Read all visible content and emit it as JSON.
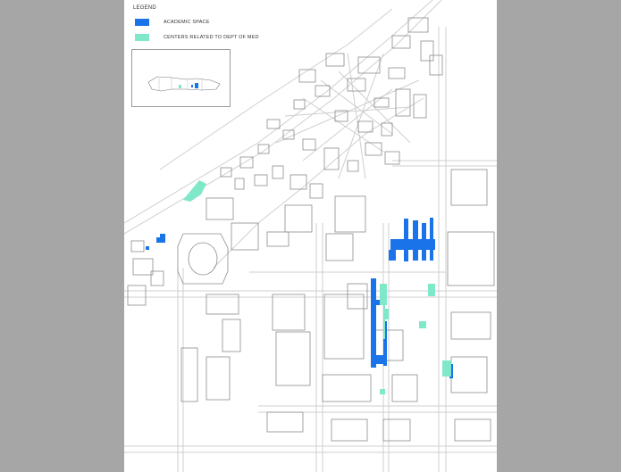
{
  "legend": {
    "title": "LEGEND",
    "items": [
      {
        "label": "ACADEMIC SPACE",
        "color": "#1a73e8"
      },
      {
        "label": "CENTERS RELATED TO DEPT OF MED",
        "color": "#7fe8c8"
      }
    ]
  },
  "colors": {
    "background": "#a6a6a6",
    "sheet": "#ffffff",
    "street_outline": "#c8c8c8",
    "building_outline": "#8c8c8c"
  }
}
